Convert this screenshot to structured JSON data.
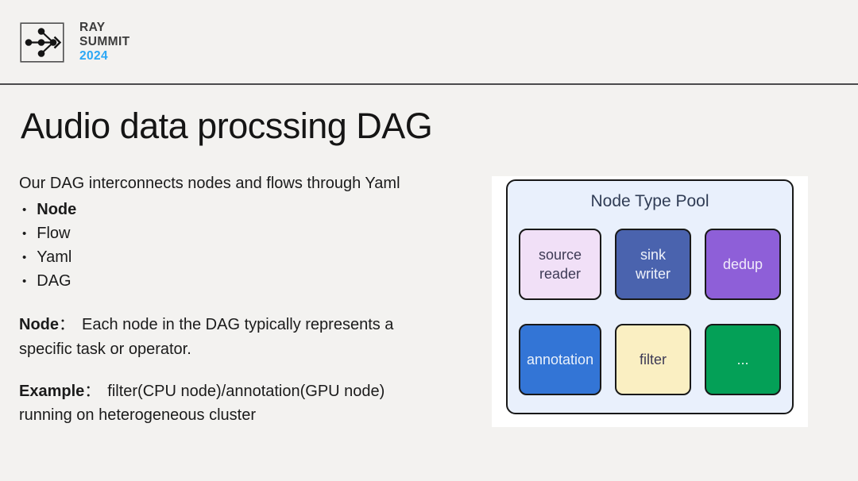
{
  "brand": {
    "name_line1": "RAY",
    "name_line2": "SUMMIT",
    "year": "2024",
    "year_color": "#2BA7F5",
    "logo_icon": "dag-arrow-icon"
  },
  "slide": {
    "title": "Audio data procssing DAG",
    "intro": "Our DAG interconnects nodes and flows through Yaml",
    "bullets": [
      "Node",
      "Flow",
      "Yaml",
      "DAG"
    ],
    "definition": {
      "lead": "Node",
      "colon": "：",
      "text": "Each node in the DAG typically represents a specific task or operator."
    },
    "example": {
      "lead": "Example",
      "colon": "：",
      "text": "filter(CPU node)/annotation(GPU node) running on heterogeneous cluster"
    }
  },
  "diagram": {
    "title": "Node Type Pool",
    "container_bg": "#E9F0FC",
    "border_color": "#181818",
    "title_color": "#303C55",
    "nodes": [
      {
        "label": "source reader",
        "bg": "#F1E0F7",
        "fg": "#3D3A55"
      },
      {
        "label": "sink writer",
        "bg": "#4A63AE",
        "fg": "#EFF2FA"
      },
      {
        "label": "dedup",
        "bg": "#8E5FD8",
        "fg": "#F0EBFA"
      },
      {
        "label": "annotation",
        "bg": "#3375D6",
        "fg": "#EAF1FB"
      },
      {
        "label": "filter",
        "bg": "#FAEFC2",
        "fg": "#3D3A55"
      },
      {
        "label": "...",
        "bg": "#04A057",
        "fg": "#E9F5EE"
      }
    ]
  }
}
